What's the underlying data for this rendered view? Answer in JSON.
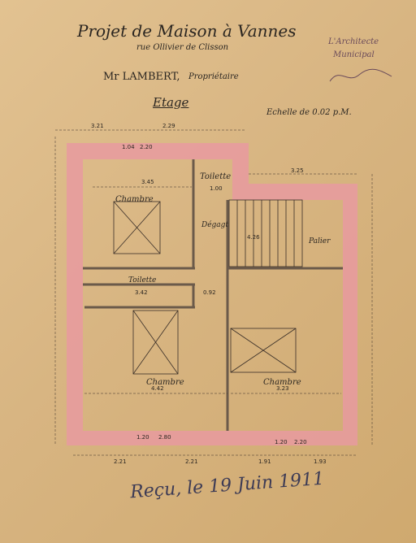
{
  "title": "Projet de Maison à Vannes",
  "street": "rue Ollivier de Clisson",
  "owner": "Mr LAMBERT,",
  "owner_role": "Propriétaire",
  "floor": "Etage",
  "scale": "Echelle de 0.02 p.M.",
  "stamp": {
    "line1": "L'Architecte",
    "line2": "Municipal"
  },
  "signature": "Reçu, le 19 Juin 1911",
  "rooms": {
    "bedroom_top_left": "Chambre",
    "toilet_top": "Toilette",
    "corridor": "Dégagt",
    "landing": "Palier",
    "toilet_mid": "Toilette",
    "bedroom_bottom_left": "Chambre",
    "bedroom_bottom_right": "Chambre"
  },
  "colors": {
    "wall": "#e89aa0",
    "ink": "#2b2621",
    "paper": "#d9b887"
  }
}
